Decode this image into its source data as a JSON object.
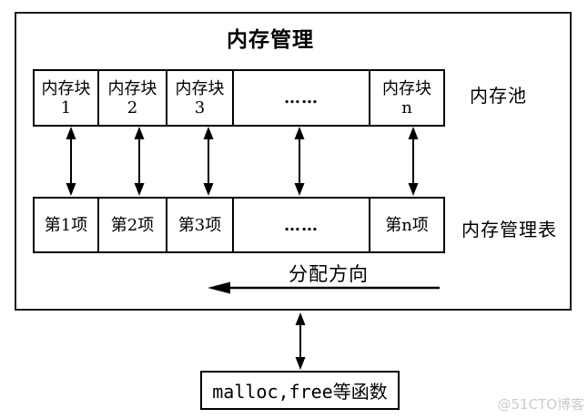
{
  "title": "内存管理",
  "pool": {
    "label": "内存池",
    "blocks": [
      {
        "name": "内存块",
        "index": "1"
      },
      {
        "name": "内存块",
        "index": "2"
      },
      {
        "name": "内存块",
        "index": "3"
      },
      {
        "name": "……",
        "index": ""
      },
      {
        "name": "内存块",
        "index": "n"
      }
    ]
  },
  "table": {
    "label": "内存管理表",
    "items": [
      "第1项",
      "第2项",
      "第3项",
      "……",
      "第n项"
    ]
  },
  "allocation": {
    "label": "分配方向"
  },
  "functions_box": {
    "label": "malloc,free等函数"
  },
  "watermark": "@51CTO博客",
  "colors": {
    "line": "#000000",
    "watermark": "#cbcbcb"
  }
}
